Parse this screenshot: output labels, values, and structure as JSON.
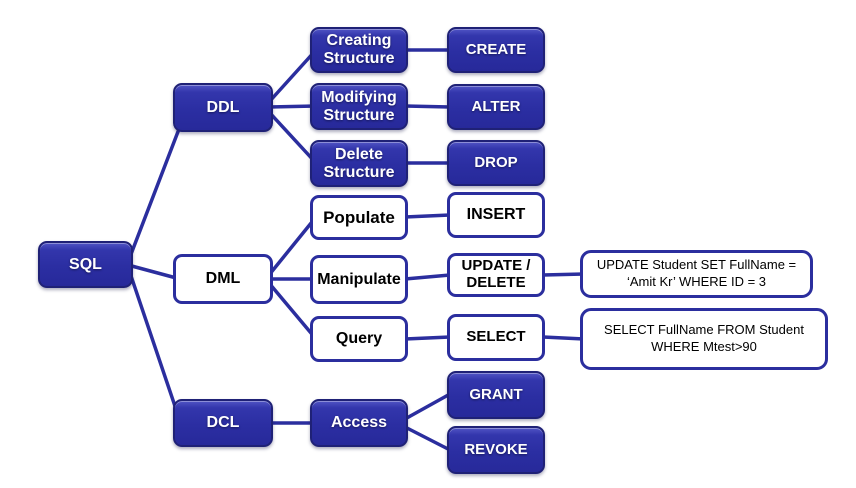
{
  "colors": {
    "box_blue_fill": "#2b2ea2",
    "box_blue_border": "#1f2176",
    "white_box_border": "#2b2e9e",
    "connector_line": "#2b2e9e",
    "blue_box_text": "#ffffff",
    "white_box_text": "#000000",
    "background": "#ffffff"
  },
  "nodes": {
    "sql": {
      "label": "SQL",
      "variant": "blue"
    },
    "ddl": {
      "label": "DDL",
      "variant": "blue"
    },
    "dml": {
      "label": "DML",
      "variant": "white"
    },
    "dcl": {
      "label": "DCL",
      "variant": "blue"
    },
    "creating_structure": {
      "label": "Creating\nStructure",
      "variant": "blue"
    },
    "modifying_structure": {
      "label": "Modifying\nStructure",
      "variant": "blue"
    },
    "delete_structure": {
      "label": "Delete\nStructure",
      "variant": "blue"
    },
    "populate": {
      "label": "Populate",
      "variant": "white"
    },
    "manipulate": {
      "label": "Manipulate",
      "variant": "white"
    },
    "query": {
      "label": "Query",
      "variant": "white"
    },
    "access": {
      "label": "Access",
      "variant": "blue"
    },
    "create": {
      "label": "CREATE",
      "variant": "blue"
    },
    "alter": {
      "label": "ALTER",
      "variant": "blue"
    },
    "drop": {
      "label": "DROP",
      "variant": "blue"
    },
    "insert": {
      "label": "INSERT",
      "variant": "white"
    },
    "update_delete": {
      "label": "UPDATE /\nDELETE",
      "variant": "white"
    },
    "select": {
      "label": "SELECT",
      "variant": "white"
    },
    "grant": {
      "label": "GRANT",
      "variant": "blue"
    },
    "revoke": {
      "label": "REVOKE",
      "variant": "blue"
    },
    "update_example": {
      "label": "UPDATE Student SET FullName =\n‘Amit Kr’ WHERE ID = 3",
      "variant": "white-example"
    },
    "select_example": {
      "label": "SELECT FullName FROM Student\nWHERE Mtest>90",
      "variant": "white-example"
    }
  },
  "edges": [
    [
      "sql",
      "ddl"
    ],
    [
      "sql",
      "dml"
    ],
    [
      "sql",
      "dcl"
    ],
    [
      "ddl",
      "creating_structure"
    ],
    [
      "ddl",
      "modifying_structure"
    ],
    [
      "ddl",
      "delete_structure"
    ],
    [
      "dml",
      "populate"
    ],
    [
      "dml",
      "manipulate"
    ],
    [
      "dml",
      "query"
    ],
    [
      "dcl",
      "access"
    ],
    [
      "creating_structure",
      "create"
    ],
    [
      "modifying_structure",
      "alter"
    ],
    [
      "delete_structure",
      "drop"
    ],
    [
      "populate",
      "insert"
    ],
    [
      "manipulate",
      "update_delete"
    ],
    [
      "query",
      "select"
    ],
    [
      "access",
      "grant"
    ],
    [
      "access",
      "revoke"
    ],
    [
      "update_delete",
      "update_example"
    ],
    [
      "select",
      "select_example"
    ]
  ]
}
